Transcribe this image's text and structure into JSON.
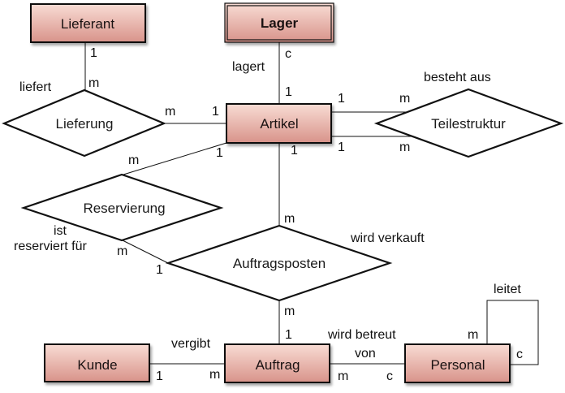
{
  "colors": {
    "entity_fill_top": "#f6d2c8",
    "entity_fill_bottom": "#d9968a",
    "entity_border": "#111111",
    "line": "#111111"
  },
  "entities": {
    "lieferant": "Lieferant",
    "lager": "Lager",
    "artikel": "Artikel",
    "kunde": "Kunde",
    "auftrag": "Auftrag",
    "personal": "Personal"
  },
  "relationships": {
    "lieferung": "Lieferung",
    "teilestruktur": "Teilestruktur",
    "reservierung": "Reservierung",
    "auftragsposten": "Auftragsposten"
  },
  "role_labels": {
    "liefert": "liefert",
    "lagert": "lagert",
    "besteht_aus": "besteht aus",
    "ist": "ist",
    "reserviert_fuer": "reserviert für",
    "wird_verkauft": "wird verkauft",
    "vergibt": "vergibt",
    "wird_betreut": "wird betreut",
    "von": "von",
    "leitet": "leitet"
  },
  "cardinalities": {
    "lieferant_lieferung_1": "1",
    "lieferant_lieferung_m": "m",
    "lager_artikel_c": "c",
    "lager_artikel_1": "1",
    "lieferung_artikel_m": "m",
    "lieferung_artikel_1": "1",
    "artikel_teile_top_1": "1",
    "artikel_teile_top_m": "m",
    "artikel_teile_bot_1": "1",
    "artikel_teile_bot_m": "m",
    "artikel_reserv_1": "1",
    "artikel_reserv_m": "m",
    "artikel_auftragsposten_1": "1",
    "artikel_auftragsposten_m": "m",
    "reserv_auftragsposten_m": "m",
    "reserv_auftragsposten_1": "1",
    "auftragsposten_auftrag_m": "m",
    "auftragsposten_auftrag_1": "1",
    "kunde_auftrag_1": "1",
    "kunde_auftrag_m": "m",
    "auftrag_personal_m": "m",
    "auftrag_personal_c": "c",
    "personal_loop_m": "m",
    "personal_loop_c": "c"
  }
}
